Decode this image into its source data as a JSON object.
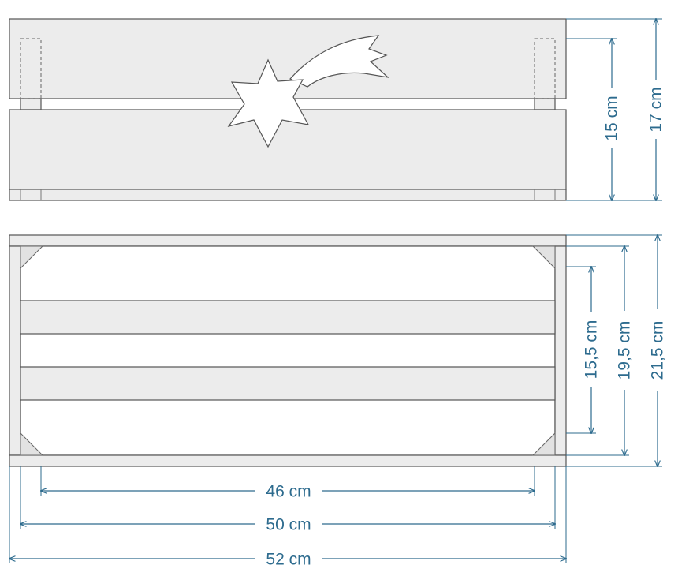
{
  "colors": {
    "dimension": "#2d6b8e",
    "wood": "#ececec",
    "outline": "#555555"
  },
  "front_view": {
    "dimensions": {
      "inner_height": "15 cm",
      "outer_height": "17 cm"
    }
  },
  "top_view": {
    "dimensions": {
      "inner_depth": "15,5 cm",
      "mid_depth": "19,5 cm",
      "outer_depth": "21,5 cm",
      "inner_length": "46 cm",
      "mid_length": "50 cm",
      "outer_length": "52 cm"
    }
  }
}
